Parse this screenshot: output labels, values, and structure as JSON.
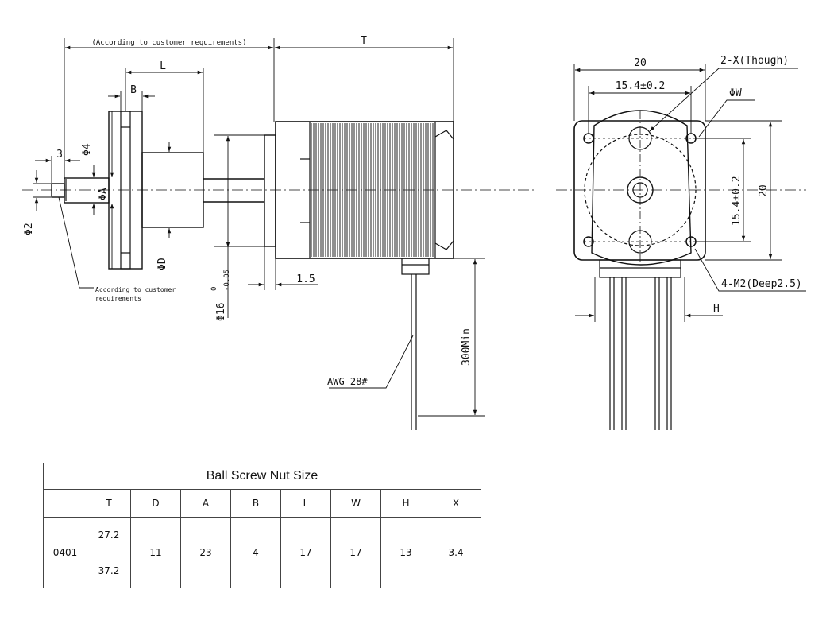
{
  "labels": {
    "customer_top": "(According to customer requirements)",
    "T": "T",
    "L": "L",
    "B": "B",
    "dim3": "3",
    "phi4": "Φ4",
    "phiA": "ΦA",
    "phi2": "Φ2",
    "customer_left": "According to customer\nrequirements",
    "phiD": "ΦD",
    "phi16": "Φ16",
    "phi16_tol_upper": "0",
    "phi16_tol_lower": "-0.05",
    "dim1_5": "1.5",
    "dim300": "300Min",
    "awg": "AWG 28#",
    "w20": "20",
    "w15_4": "15.4±0.2",
    "hole2x": "2-X(Though)",
    "phiW": "ΦW",
    "h15_4": "15.4±0.2",
    "h20": "20",
    "m2": "4-M2(Deep2.5)",
    "H": "H"
  },
  "table": {
    "title": "Ball Screw Nut Size",
    "headers": [
      "",
      "T",
      "D",
      "A",
      "B",
      "L",
      "W",
      "H",
      "X"
    ],
    "model": "0401",
    "T_values": [
      "27.2",
      "37.2"
    ],
    "values": [
      "11",
      "23",
      "4",
      "17",
      "17",
      "13",
      "3.4"
    ]
  }
}
